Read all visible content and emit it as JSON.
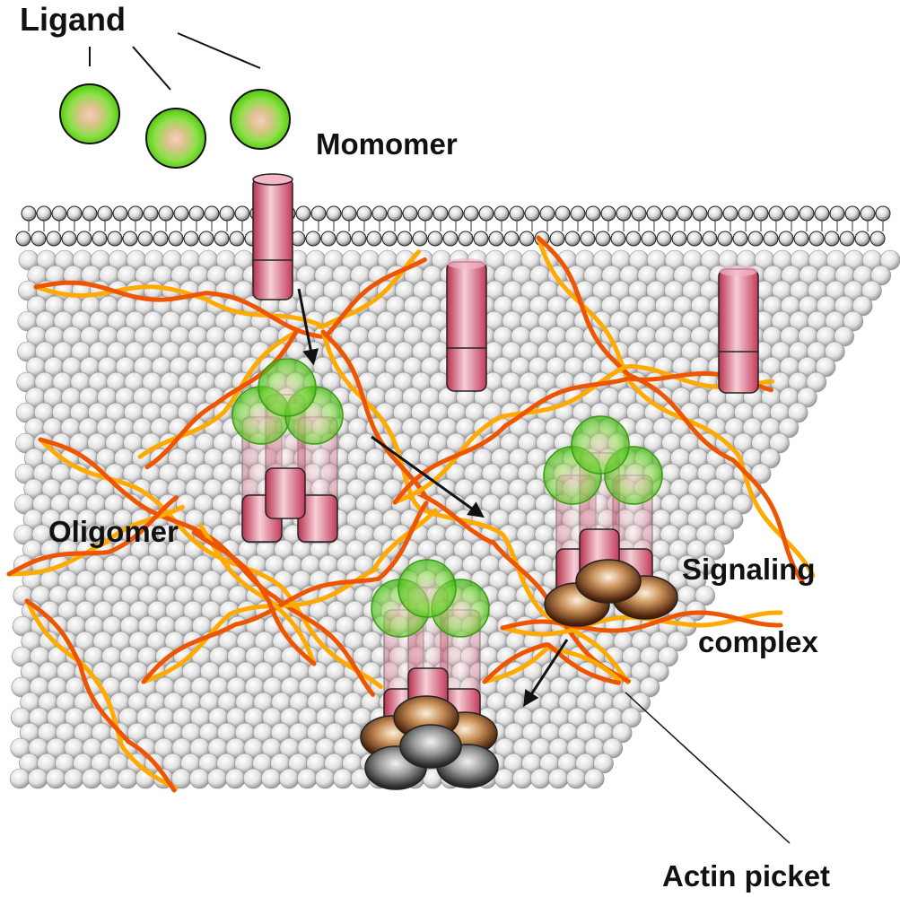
{
  "labels": {
    "ligand": "Ligand",
    "monomer": "Momomer",
    "oligomer": "Oligomer",
    "signaling_line1": "Signaling",
    "signaling_line2": "complex",
    "actin": "Actin picket"
  },
  "colors": {
    "ligand_outer": "#66dd22",
    "ligand_inner": "#f2c8b8",
    "receptor_dark": "#c23a5a",
    "receptor_light": "#f7d4dc",
    "actin_dark": "#ee5500",
    "actin_light": "#ffaa00",
    "lipid_bead": "#eeeeee",
    "signal_brown": "#6b3512",
    "signal_gray": "#555555"
  },
  "icons": [
    "ligand-icon",
    "receptor-icon",
    "lipid-bilayer",
    "actin-filament",
    "signaling-protein-icon",
    "arrow"
  ]
}
